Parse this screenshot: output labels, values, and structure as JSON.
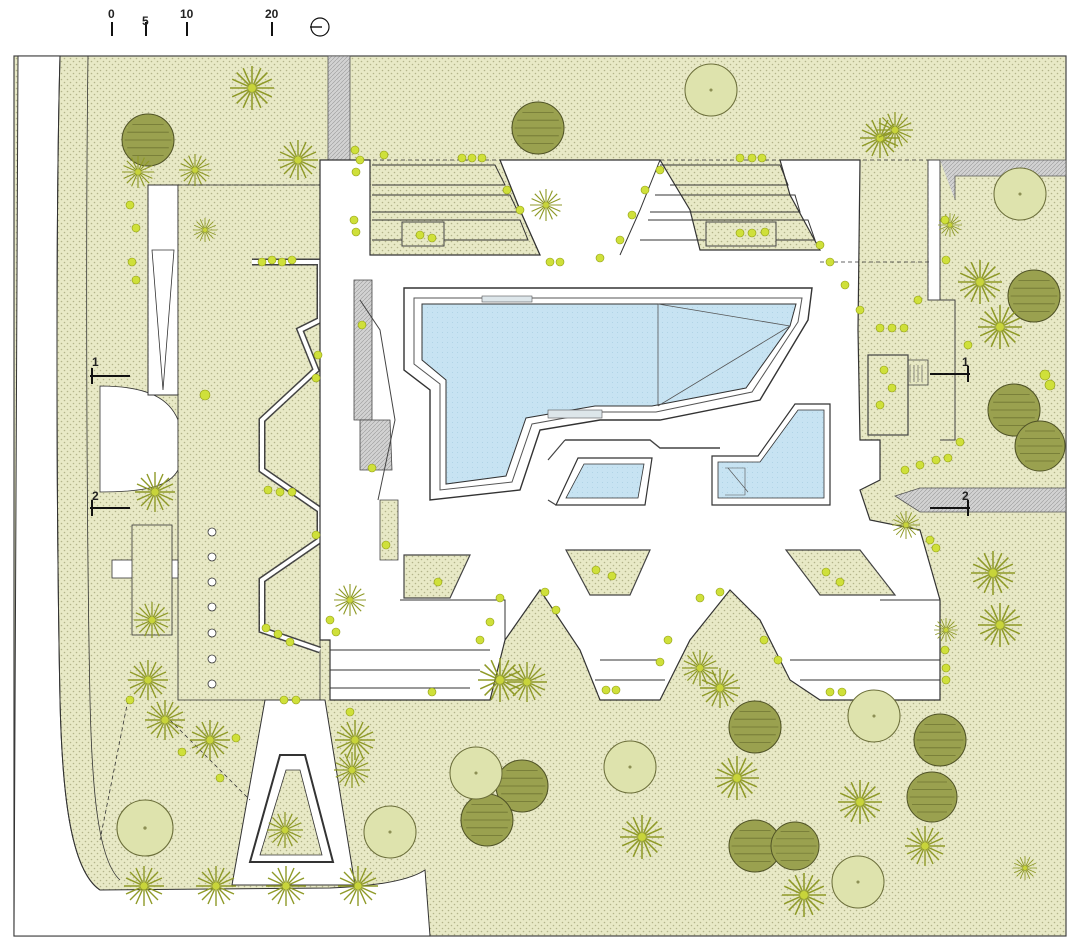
{
  "scale_bar": {
    "ticks": [
      "0",
      "5",
      "10",
      "20"
    ]
  },
  "section_marks": [
    {
      "id": "section-1-west",
      "label": "1"
    },
    {
      "id": "section-1-east",
      "label": "1"
    },
    {
      "id": "section-2-west",
      "label": "2"
    },
    {
      "id": "section-2-east",
      "label": "2"
    }
  ],
  "colors": {
    "site": "#e8e9c6",
    "dots": "#b3b48a",
    "pool": "#c7e3f2",
    "pool_deck": "#ffffff",
    "tree_dark": "#9aa14f",
    "tree_light": "#dee3ad",
    "shrub": "#cfe03a",
    "wall": "#555555",
    "paving": "#c9c9c9"
  },
  "icons": {
    "north_arrow": "north-arrow-icon",
    "tree": "tree-icon",
    "shrub": "shrub-icon"
  }
}
